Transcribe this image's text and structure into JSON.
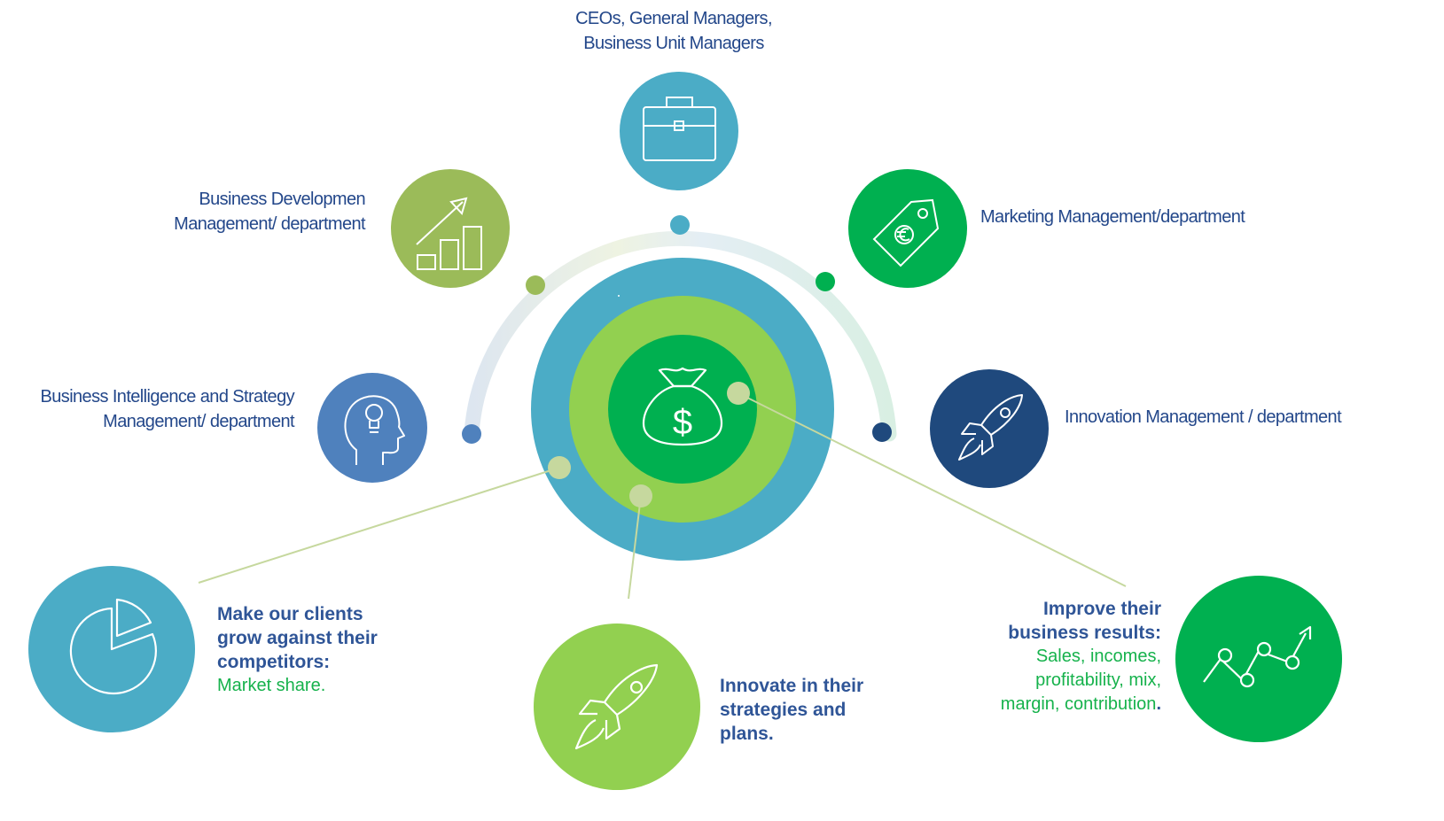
{
  "colors": {
    "teal": "#4bacc6",
    "olive": "#9bbb59",
    "lime": "#92d050",
    "green": "#00b050",
    "blue": "#4f81bd",
    "navy": "#1f497d",
    "text_blue": "#23478a",
    "text_green": "#16b24c",
    "connector": "#c6d89e"
  },
  "roles": {
    "ceo": [
      "CEOs, General Managers,",
      "Business Unit Managers"
    ],
    "business_dev": [
      "Business Developmen",
      "Management/ department"
    ],
    "marketing": [
      "Marketing Management/department"
    ],
    "bi_strategy": [
      "Business Intelligence and Strategy",
      "Management/ department"
    ],
    "innovation": [
      "Innovation Management /  department"
    ]
  },
  "icons": {
    "ceo": "briefcase-icon",
    "business_dev": "growth-bars-icon",
    "marketing": "euro-price-tag-icon",
    "bi_strategy": "head-lightbulb-icon",
    "innovation": "rocket-icon",
    "center": "money-bag-icon",
    "goal_market": "pie-chart-icon",
    "goal_innovate": "rocket-icon",
    "goal_results": "trend-line-icon"
  },
  "center": {
    "symbol": "$"
  },
  "goals": {
    "market": {
      "heading": [
        "Make our clients",
        "grow against their",
        "competitors:"
      ],
      "detail": "Market share."
    },
    "innovate": {
      "heading": [
        "Innovate in their",
        "strategies and",
        "plans."
      ]
    },
    "results": {
      "heading": [
        "Improve their",
        "business results:"
      ],
      "detail": [
        "Sales, incomes,",
        "profitability, mix,",
        "margin, contribution"
      ],
      "suffix": "."
    }
  }
}
